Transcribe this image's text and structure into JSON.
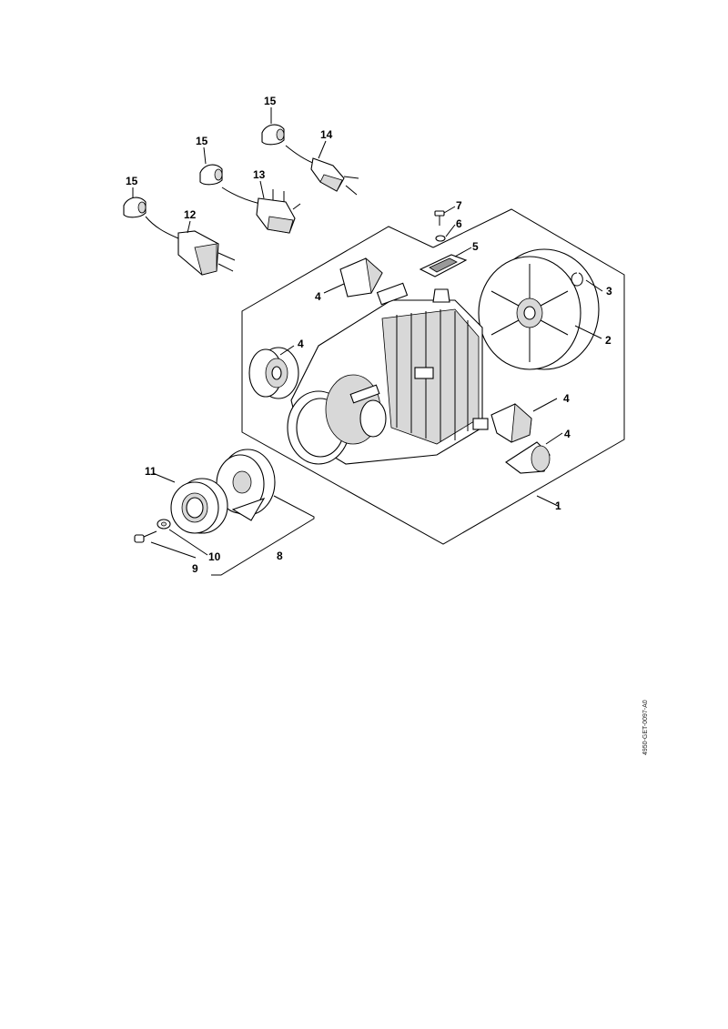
{
  "drawing_code": "4950-GET-0097-A0",
  "callouts": {
    "c1": "1",
    "c2": "2",
    "c3": "3",
    "c4a": "4",
    "c4b": "4",
    "c4c": "4",
    "c4d": "4",
    "c5": "5",
    "c6": "6",
    "c7": "7",
    "c8": "8",
    "c9": "9",
    "c10": "10",
    "c11": "11",
    "c12": "12",
    "c13": "13",
    "c14": "14",
    "c15a": "15",
    "c15b": "15",
    "c15c": "15"
  }
}
